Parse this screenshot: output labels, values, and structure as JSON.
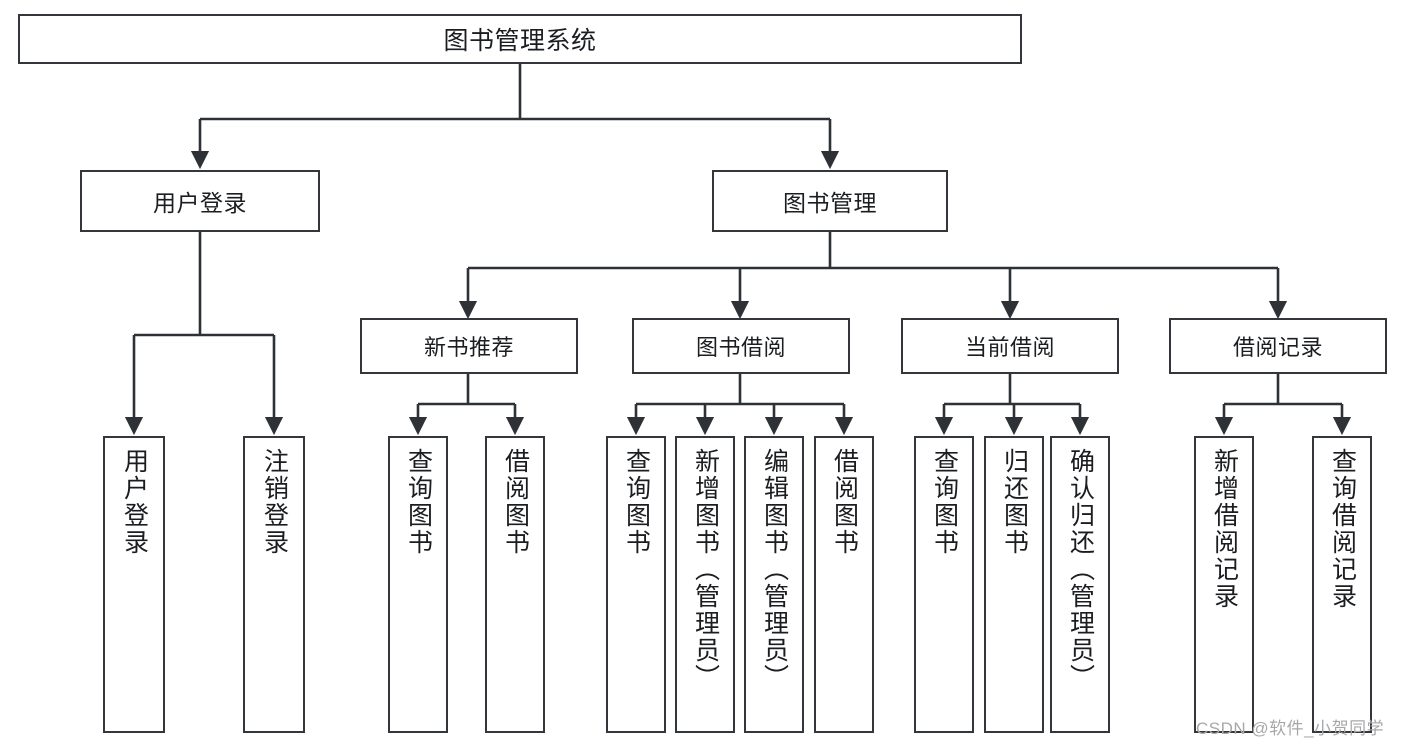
{
  "diagram": {
    "title": "图书管理系统",
    "watermark": "CSDN @软件_小贺同学",
    "colors": {
      "box_border": "#33363b",
      "box_fill": "#ffffff",
      "connector": "#2e3135",
      "text": "#1b1d20",
      "watermark": "#a8a8a8",
      "background": "#ffffff"
    },
    "root": {
      "label": "图书管理系统"
    },
    "level1": [
      {
        "label": "用户登录"
      },
      {
        "label": "图书管理"
      }
    ],
    "level2": [
      {
        "label": "新书推荐"
      },
      {
        "label": "图书借阅"
      },
      {
        "label": "当前借阅"
      },
      {
        "label": "借阅记录"
      }
    ],
    "leaves": {
      "user_login": [
        {
          "label": "用户登录"
        },
        {
          "label": "注销登录"
        }
      ],
      "new_book_recommend": [
        {
          "label": "查询图书"
        },
        {
          "label": "借阅图书"
        }
      ],
      "book_borrow": [
        {
          "label": "查询图书"
        },
        {
          "label": "新增图书（管理员）"
        },
        {
          "label": "编辑图书（管理员）"
        },
        {
          "label": "借阅图书"
        }
      ],
      "current_borrow": [
        {
          "label": "查询图书"
        },
        {
          "label": "归还图书"
        },
        {
          "label": "确认归还（管理员）"
        }
      ],
      "borrow_record": [
        {
          "label": "新增借阅记录"
        },
        {
          "label": "查询借阅记录"
        }
      ]
    }
  }
}
